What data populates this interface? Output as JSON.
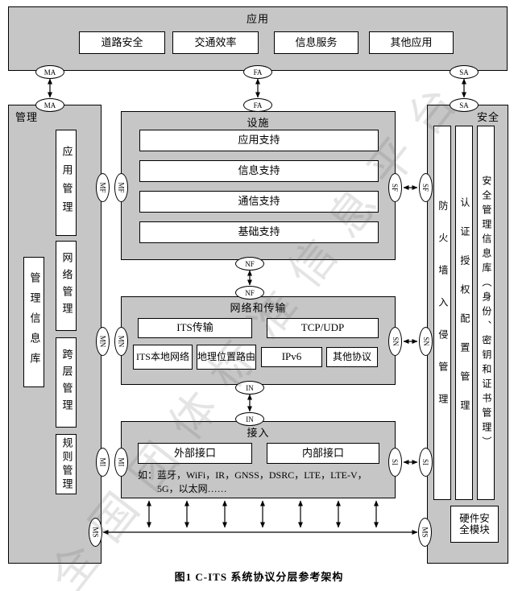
{
  "watermark": "全国团体标准信息平台",
  "caption": "图1 C-ITS 系统协议分层参考架构",
  "colors": {
    "layer_fill": "#c6c6c6",
    "box_fill": "#ffffff",
    "line": "#000000"
  },
  "app_layer": {
    "title": "应用",
    "boxes": [
      "道路安全",
      "交通效率",
      "信息服务",
      "其他应用"
    ]
  },
  "management": {
    "title": "管理",
    "items": [
      "应用管理",
      "网络管理",
      "跨层管理",
      "规则管理"
    ],
    "mib": "管理信息库"
  },
  "security": {
    "title": "安全",
    "columns": [
      "防火墙入侵管理",
      "认证授权配置管理",
      "安全管理信息库（身份、密钥和证书管理）"
    ],
    "hsm": "硬件安全模块"
  },
  "facilities": {
    "title": "设施",
    "boxes": [
      "应用支持",
      "信息支持",
      "通信支持",
      "基础支持"
    ]
  },
  "network": {
    "title": "网络和传输",
    "row1": [
      "ITS传输",
      "TCP/UDP"
    ],
    "row2": [
      "ITS本地网络",
      "地理位置路由",
      "IPv6",
      "其他协议"
    ]
  },
  "access": {
    "title": "接入",
    "boxes": [
      "外部接口",
      "内部接口"
    ],
    "note": "如：蓝牙，WiFi，IR，GNSS，DSRC，LTE，LTE-V，5G，以太网……"
  },
  "connectors": {
    "ma": "MA",
    "fa": "FA",
    "sa": "SA",
    "mf": "MF",
    "sf": "SF",
    "nf": "NF",
    "mn": "MN",
    "sn": "SN",
    "in": "IN",
    "mi": "MI",
    "si": "SI",
    "ms": "MS"
  }
}
